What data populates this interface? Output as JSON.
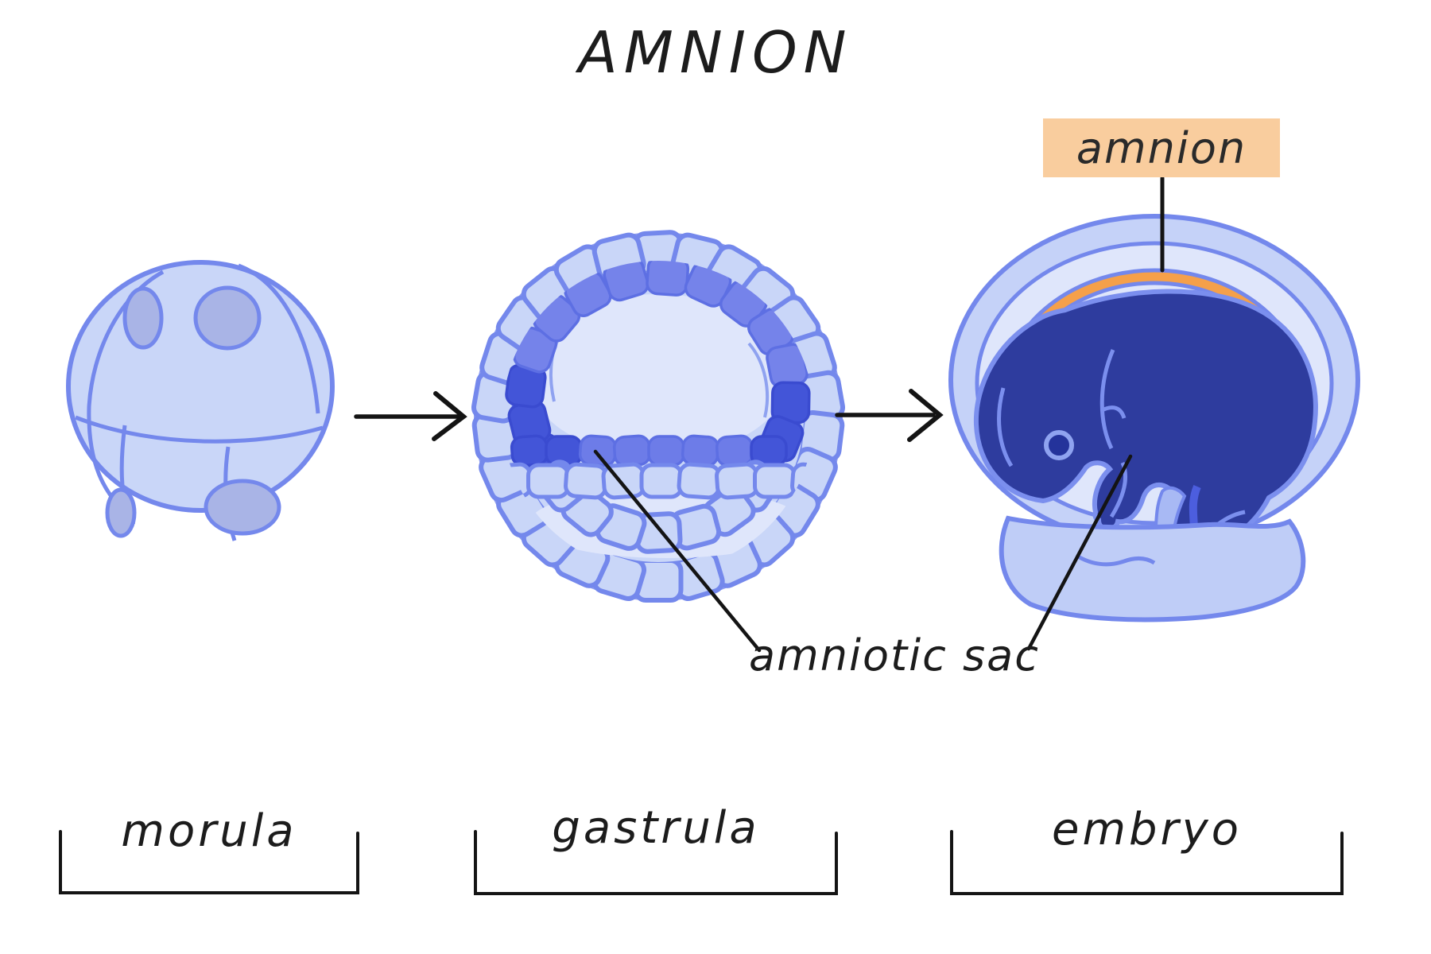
{
  "title": "AMNION",
  "callouts": {
    "amnion": "amnion",
    "amniotic_sac": "amniotic sac"
  },
  "stages": [
    {
      "label": "morula"
    },
    {
      "label": "gastrula"
    },
    {
      "label": "embryo"
    }
  ],
  "icons": {
    "arrow_right": "right-arrow"
  },
  "colors": {
    "ink": "#1c1c1c",
    "border_blue": "#7488ec",
    "cell_light": "#c9d6f8",
    "cell_light2": "#bfcdf7",
    "cell_med": "#7583ea",
    "cell_med2": "#6d7ce8",
    "cell_dark": "#4355d8",
    "cavity": "#dfe6fb",
    "nucleus": "#a9b4e6",
    "fetus_navy": "#2e3c9e",
    "fetus_outline": "#7b8fee",
    "amnion_orange": "#f5a04a",
    "label_orange_bg": "#f9cd9e"
  }
}
